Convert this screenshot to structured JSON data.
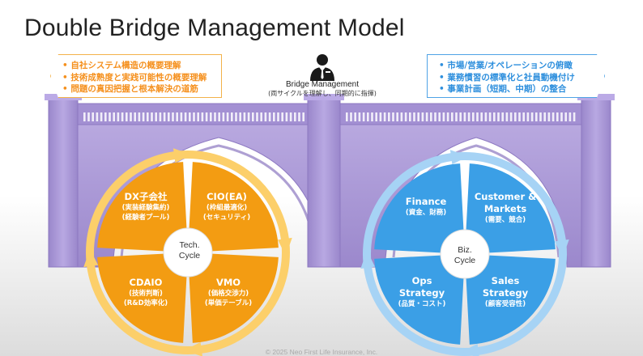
{
  "title": "Double Bridge Management Model",
  "left_callout": {
    "items": [
      "自社システム構造の概要理解",
      "技術成熟度と実践可能性の概要理解",
      "問題の真因把握と根本解決の道筋"
    ]
  },
  "right_callout": {
    "items": [
      "市場/営業/オペレーションの俯瞰",
      "業務慣習の標準化と社員動機付け",
      "事業計画（短期、中期）の整合"
    ]
  },
  "bridge_manager": {
    "icon": "manager-person-icon",
    "title": "Bridge Management",
    "subtitle": "(両サイクルを理解し、同期的に指揮)"
  },
  "tech_cycle": {
    "center": [
      "Tech.",
      "Cycle"
    ],
    "color": "#f39c12",
    "arrow_color": "#fccf6a",
    "quadrants": [
      {
        "title": "DX子会社",
        "subs": [
          "(実装経験集約)",
          "(経験者プール)"
        ]
      },
      {
        "title": "CIO(EA)",
        "subs": [
          "(枠組最適化)",
          "(セキュリティ)"
        ]
      },
      {
        "title": "VMO",
        "subs": [
          "(価格交渉力)",
          "(単価テーブル)"
        ]
      },
      {
        "title": "CDAIO",
        "subs": [
          "(技術判断)",
          "(R&D効率化)"
        ]
      }
    ]
  },
  "biz_cycle": {
    "center": [
      "Biz.",
      "Cycle"
    ],
    "color": "#3b9fe6",
    "arrow_color": "#a6d3f5",
    "quadrants": [
      {
        "title": "Finance",
        "subs": [
          "(資金、財務)"
        ]
      },
      {
        "title": "Customer &",
        "subs": [
          "Markets",
          "(需要、競合)"
        ]
      },
      {
        "title": "Sales",
        "subs": [
          "Strategy",
          "(顧客受容性)"
        ]
      },
      {
        "title": "Ops",
        "subs": [
          "Strategy",
          "(品質・コスト)"
        ]
      }
    ]
  },
  "bridge_color": "#a896d6",
  "footer": "© 2025 Neo First Life Insurance, Inc."
}
